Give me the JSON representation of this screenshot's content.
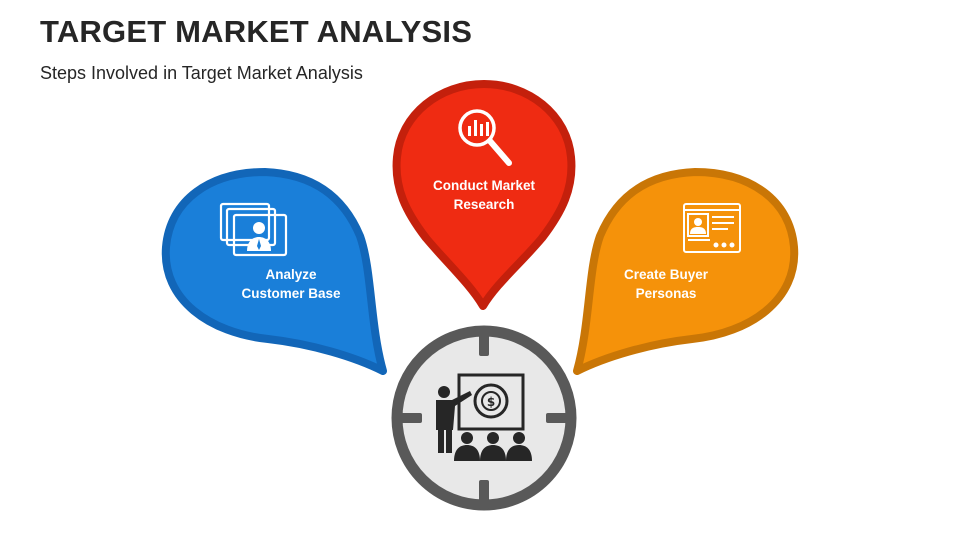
{
  "title": "TARGET MARKET ANALYSIS",
  "subtitle": "Steps Involved in Target Market Analysis",
  "steps": [
    {
      "lines": [
        "Analyze",
        "Customer Base"
      ],
      "icon": "customer-profile-icon",
      "color": "#1a7fd9",
      "border": "#1266b8"
    },
    {
      "lines": [
        "Conduct Market",
        "Research"
      ],
      "icon": "magnify-chart-icon",
      "color": "#ef2b12",
      "border": "#c4200c"
    },
    {
      "lines": [
        "Create Buyer",
        "Personas"
      ],
      "icon": "persona-profile-icon",
      "color": "#f5920a",
      "border": "#c97606"
    }
  ],
  "center": {
    "icon": "presentation-audience-icon",
    "ring_color": "#595959",
    "fill_color": "#e8e8e8"
  }
}
